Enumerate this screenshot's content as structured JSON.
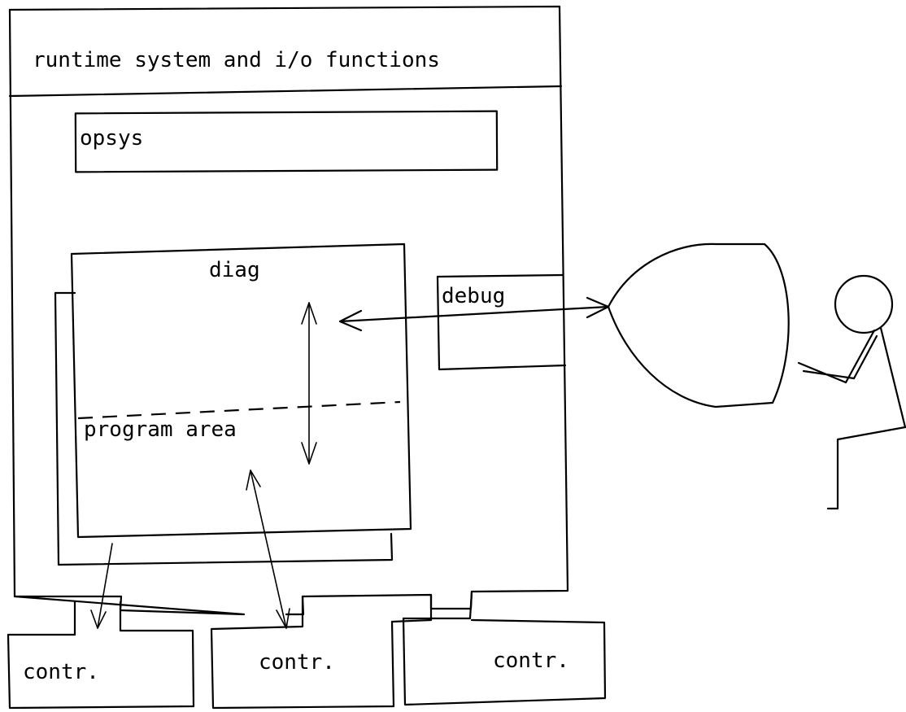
{
  "runtime_box": {
    "label": "runtime system and i/o functions"
  },
  "opsys": {
    "label": "opsys"
  },
  "diag": {
    "label": "diag"
  },
  "program_area": {
    "label": "program area"
  },
  "debug": {
    "label": "debug"
  },
  "controllers": [
    {
      "label": "contr."
    },
    {
      "label": "contr."
    },
    {
      "label": "contr."
    }
  ]
}
